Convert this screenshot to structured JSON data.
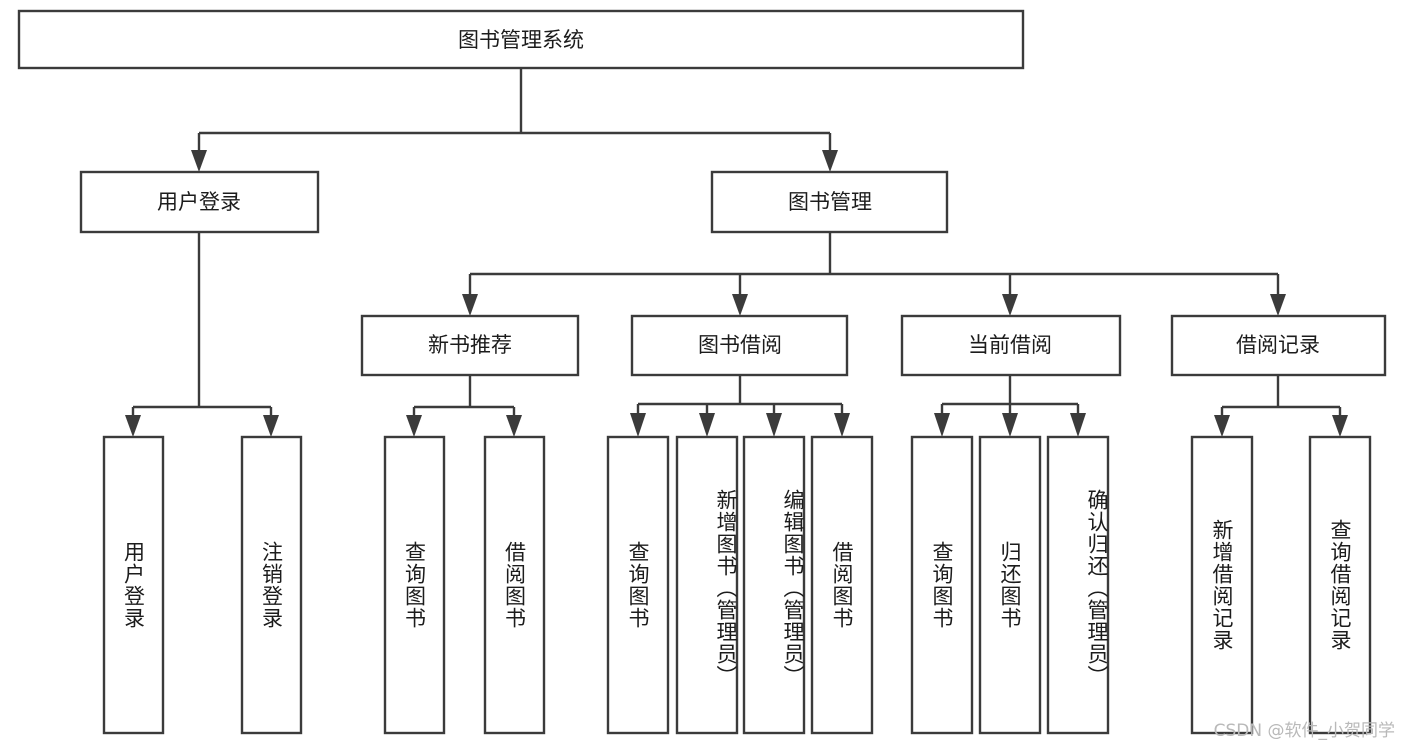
{
  "diagram": {
    "title": "图书管理系统",
    "type": "tree",
    "watermark": "CSDN @软件_小贺同学",
    "root": {
      "id": "root",
      "label": "图书管理系统"
    },
    "level2": [
      {
        "id": "user-login",
        "label": "用户登录"
      },
      {
        "id": "book-manage",
        "label": "图书管理"
      }
    ],
    "level3": [
      {
        "id": "new-book-rec",
        "label": "新书推荐",
        "parent": "book-manage"
      },
      {
        "id": "book-borrow",
        "label": "图书借阅",
        "parent": "book-manage"
      },
      {
        "id": "current-borrow",
        "label": "当前借阅",
        "parent": "book-manage"
      },
      {
        "id": "borrow-record",
        "label": "借阅记录",
        "parent": "book-manage"
      }
    ],
    "leaves": {
      "user-login": [
        {
          "id": "leaf-user-login",
          "label": "用户登录"
        },
        {
          "id": "leaf-user-logout",
          "label": "注销登录"
        }
      ],
      "new-book-rec": [
        {
          "id": "leaf-query-book-1",
          "label": "查询图书"
        },
        {
          "id": "leaf-borrow-book-1",
          "label": "借阅图书"
        }
      ],
      "book-borrow": [
        {
          "id": "leaf-query-book-2",
          "label": "查询图书"
        },
        {
          "id": "leaf-add-book",
          "label": "新增图书（管理员）"
        },
        {
          "id": "leaf-edit-book",
          "label": "编辑图书（管理员）"
        },
        {
          "id": "leaf-borrow-book-2",
          "label": "借阅图书"
        }
      ],
      "current-borrow": [
        {
          "id": "leaf-query-book-3",
          "label": "查询图书"
        },
        {
          "id": "leaf-return-book",
          "label": "归还图书"
        },
        {
          "id": "leaf-confirm-return",
          "label": "确认归还（管理员）"
        }
      ],
      "borrow-record": [
        {
          "id": "leaf-add-record",
          "label": "新增借阅记录"
        },
        {
          "id": "leaf-query-record",
          "label": "查询借阅记录"
        }
      ]
    },
    "colors": {
      "stroke": "#3b3b3b",
      "box_fill": "#ffffff",
      "text": "#1c1c1c",
      "background": "#ffffff",
      "watermark": "#b9b9b9"
    }
  }
}
